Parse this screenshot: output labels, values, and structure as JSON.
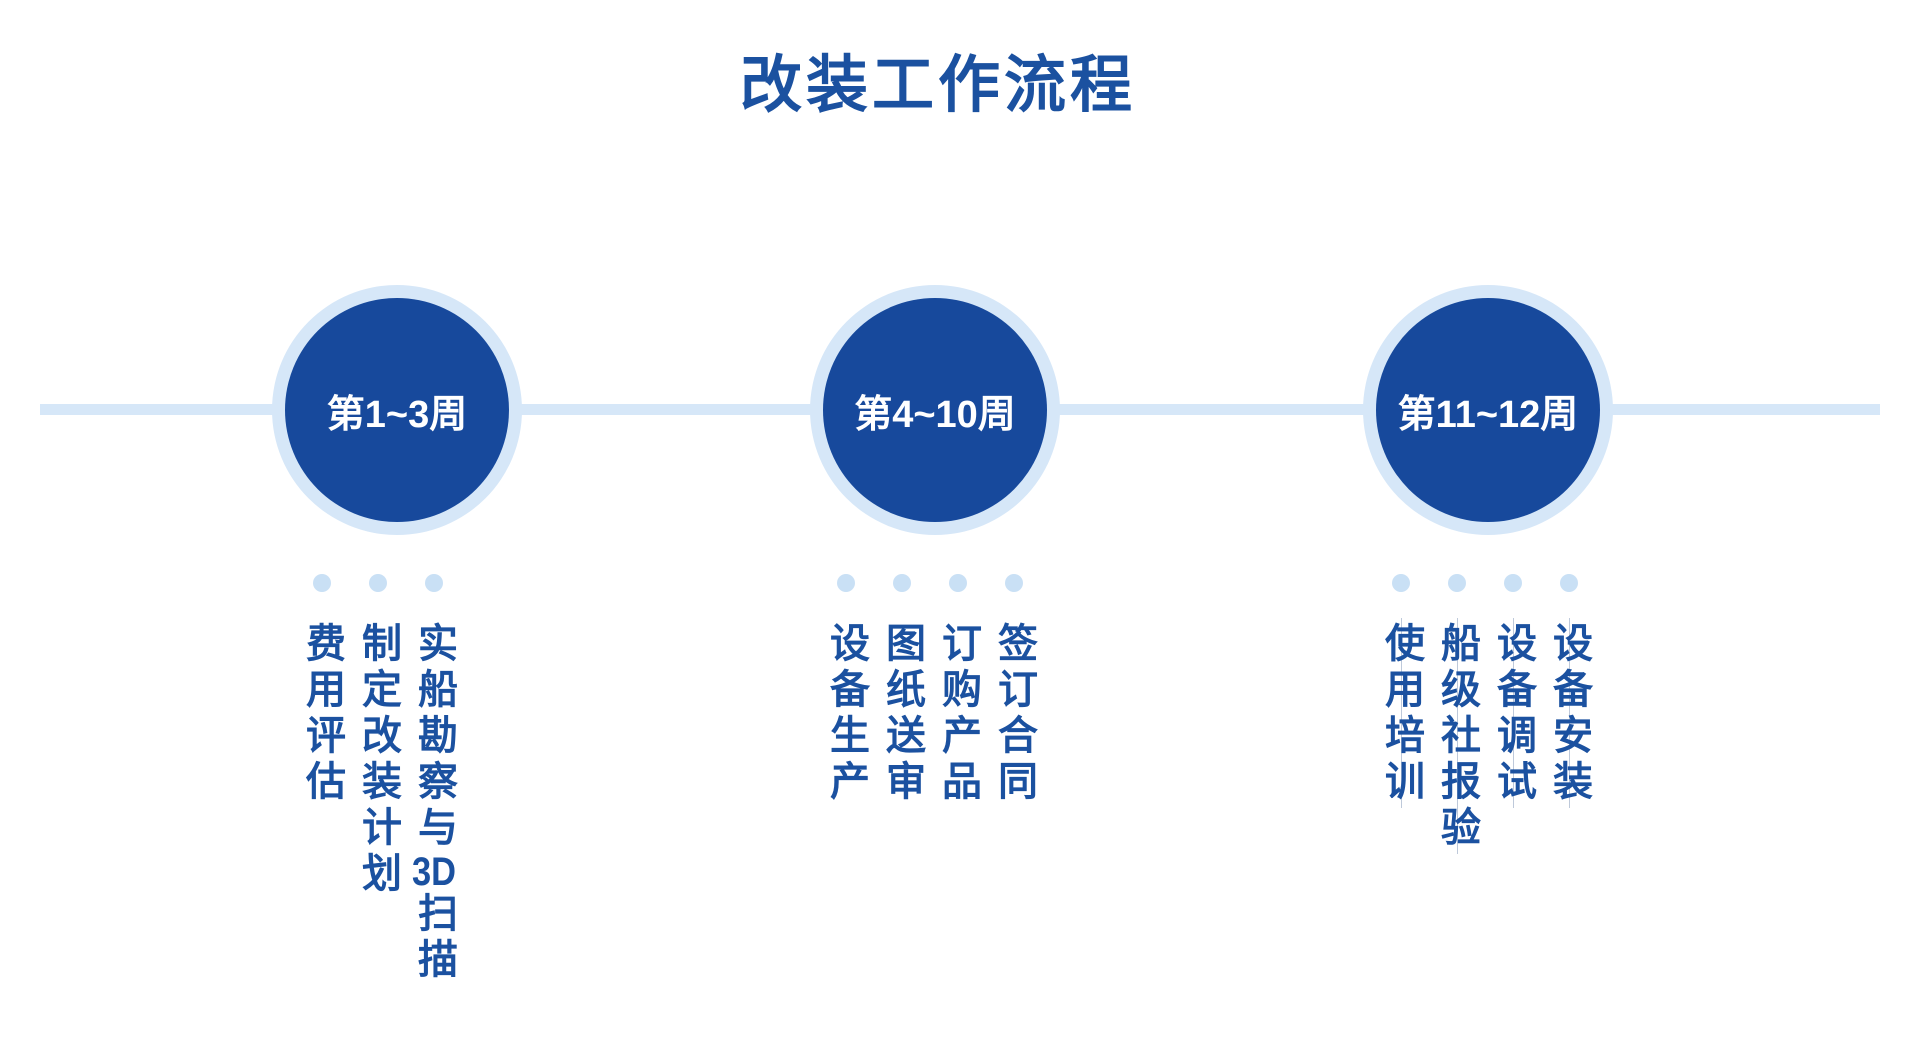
{
  "title": "改装工作流程",
  "colors": {
    "brand_dark": "#17499C",
    "brand_light": "#D6E7F8",
    "dot_blue": "#C9E0F5",
    "text_blue": "#1B51A0"
  },
  "phases": [
    {
      "label": "第1~3周",
      "tasks": [
        "实船勘察与3D扫描",
        "制定改装计划",
        "费用评估"
      ],
      "guides": false
    },
    {
      "label": "第4~10周",
      "tasks": [
        "签订合同",
        "订购产品",
        "图纸送审",
        "设备生产"
      ],
      "guides": false
    },
    {
      "label": "第11~12周",
      "tasks": [
        "设备安装",
        "设备调试",
        "船级社报验",
        "使用培训"
      ],
      "guides": true
    }
  ]
}
